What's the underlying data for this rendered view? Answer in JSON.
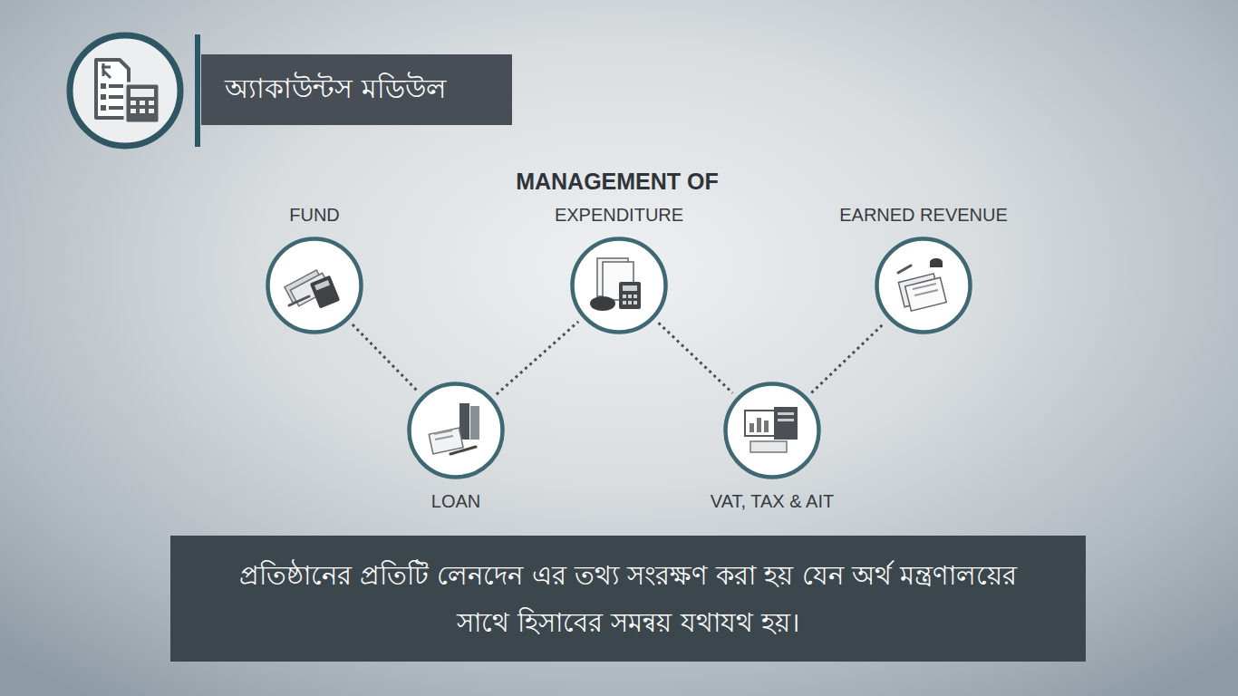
{
  "diagram": {
    "title": "অ্যাকাউন্টস মডিউল",
    "caption": "প্রতিষ্ঠানের প্রতিটি লেনদেন এর তথ্য সংরক্ষণ করা হয় যেন অর্থ মন্ত্রণালয়ের সাথে হিসাবের সমন্বয় যথাযথ হয়।",
    "nodes": [
      {
        "text": [
          "FUND"
        ]
      },
      {
        "text": [
          "LOAN"
        ]
      },
      {
        "text": [
          "EXPENDITURE"
        ]
      },
      {
        "text": [
          "VAT, TAX & AIT"
        ]
      },
      {
        "text": [
          "EARNED REVENUE"
        ]
      }
    ],
    "edges": [
      {
        "from": 0,
        "to": 1,
        "arrow": "none"
      },
      {
        "from": 1,
        "to": 2,
        "arrow": "none"
      },
      {
        "from": 2,
        "to": 3,
        "arrow": "none"
      },
      {
        "from": 3,
        "to": 4,
        "arrow": "none"
      }
    ],
    "labels": [
      "MANAGEMENT OF"
    ]
  }
}
